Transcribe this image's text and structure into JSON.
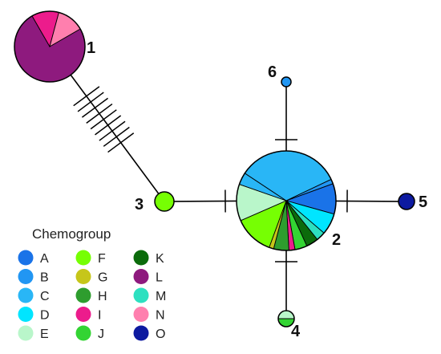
{
  "legend": {
    "title": "Chemogroup",
    "items": [
      {
        "label": "A",
        "color": "#1a73e8"
      },
      {
        "label": "B",
        "color": "#2196f3"
      },
      {
        "label": "C",
        "color": "#29b6f6"
      },
      {
        "label": "D",
        "color": "#00e5ff"
      },
      {
        "label": "E",
        "color": "#b9f6ca"
      },
      {
        "label": "F",
        "color": "#76ff03"
      },
      {
        "label": "G",
        "color": "#c6c61a"
      },
      {
        "label": "H",
        "color": "#2e9d2e"
      },
      {
        "label": "I",
        "color": "#ec1c8c"
      },
      {
        "label": "J",
        "color": "#33d433"
      },
      {
        "label": "K",
        "color": "#0b6b0b"
      },
      {
        "label": "L",
        "color": "#8e1a7e"
      },
      {
        "label": "M",
        "color": "#2de0c0"
      },
      {
        "label": "N",
        "color": "#ff7fae"
      },
      {
        "label": "O",
        "color": "#0d1aa0"
      }
    ]
  },
  "nodes": [
    {
      "label": "1",
      "slices": [
        {
          "group": "L",
          "value": 0.75
        },
        {
          "group": "I",
          "value": 0.125
        },
        {
          "group": "N",
          "value": 0.125
        }
      ]
    },
    {
      "label": "2",
      "slices": [
        {
          "group": "A",
          "value": 0.1
        },
        {
          "group": "D",
          "value": 0.07
        },
        {
          "group": "M",
          "value": 0.03
        },
        {
          "group": "K",
          "value": 0.04
        },
        {
          "group": "J",
          "value": 0.04
        },
        {
          "group": "I",
          "value": 0.02
        },
        {
          "group": "H",
          "value": 0.05
        },
        {
          "group": "G",
          "value": 0.015
        },
        {
          "group": "F",
          "value": 0.13
        },
        {
          "group": "E",
          "value": 0.12
        },
        {
          "group": "C",
          "value": 0.04
        },
        {
          "group": "C",
          "value": 0.34
        },
        {
          "group": "B",
          "value": 0.015
        }
      ]
    },
    {
      "label": "3",
      "slices": [
        {
          "group": "F",
          "value": 1
        }
      ]
    },
    {
      "label": "4",
      "slices": [
        {
          "group": "E",
          "value": 0.5
        },
        {
          "group": "J",
          "value": 0.5
        }
      ]
    },
    {
      "label": "5",
      "slices": [
        {
          "group": "O",
          "value": 1
        }
      ]
    },
    {
      "label": "6",
      "slices": [
        {
          "group": "B",
          "value": 1
        }
      ]
    }
  ],
  "edges": [
    {
      "from": "1",
      "to": "3",
      "mutations": 9
    },
    {
      "from": "3",
      "to": "2",
      "mutations": 1
    },
    {
      "from": "2",
      "to": "5",
      "mutations": 1
    },
    {
      "from": "2",
      "to": "6",
      "mutations": 1
    },
    {
      "from": "2",
      "to": "4",
      "mutations": 1
    }
  ]
}
